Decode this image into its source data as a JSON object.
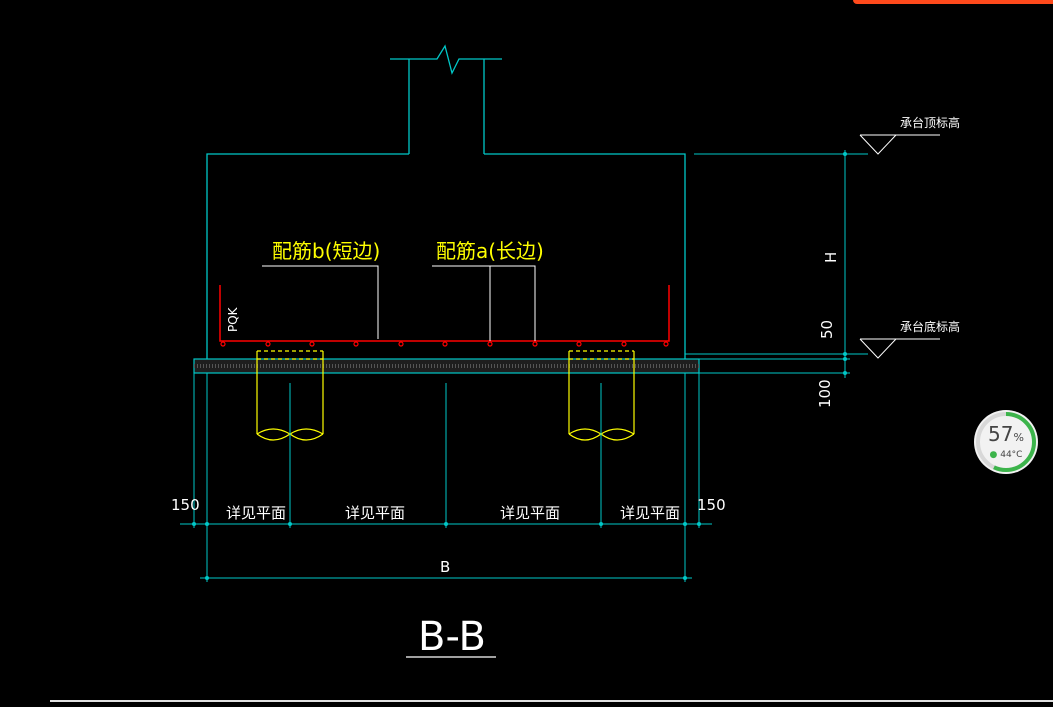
{
  "drawing": {
    "title": "B-B",
    "rebar_b_label": "配筋b(短边)",
    "rebar_a_label": "配筋a(长边)",
    "vertical_note": "PQK",
    "top_elevation_label": "承台顶标高",
    "bottom_elevation_label": "承台底标高",
    "dim_h": "H",
    "dim_50": "50",
    "dim_100": "100",
    "dim_150_left": "150",
    "dim_150_right": "150",
    "dim_b": "B",
    "segment_labels": [
      "详见平面",
      "详见平面",
      "详见平面",
      "详见平面"
    ],
    "colors": {
      "outline": "#00c8c8",
      "rebar": "#ff0000",
      "text_yellow": "#ffff00",
      "text_white": "#ffffff",
      "pile": "#ffff00"
    }
  },
  "widget": {
    "percent": "57",
    "percent_sign": "%",
    "temperature": "44°C",
    "temp_icon": "thermometer-icon",
    "ring_color": "#3cb44b",
    "usage": 0.57
  }
}
